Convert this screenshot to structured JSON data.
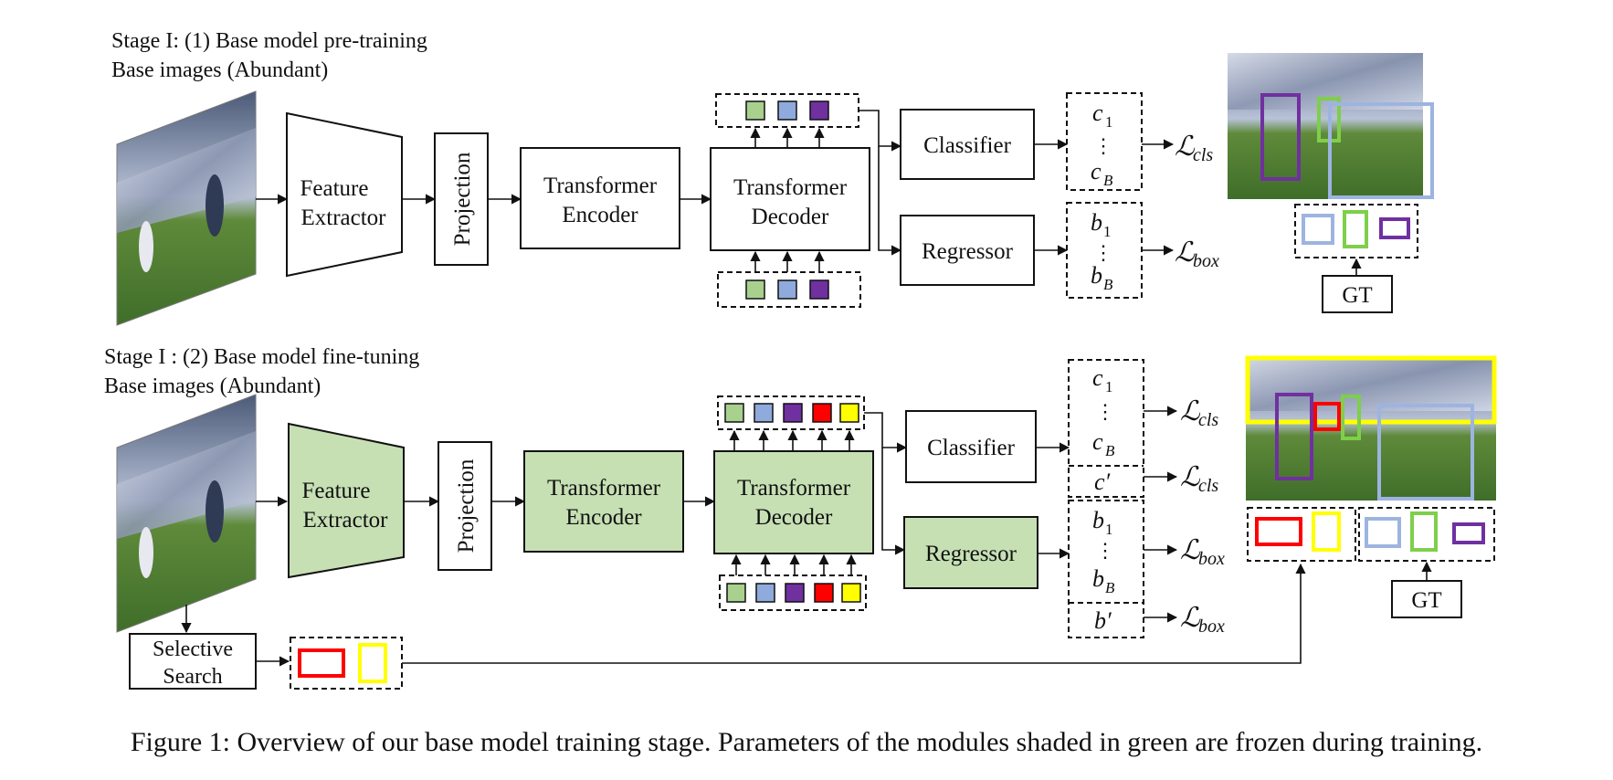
{
  "stage1": {
    "title": "Stage I: (1) Base model pre-training",
    "subtitle": "Base images (Abundant)",
    "feature_extractor": [
      "Feature",
      "Extractor"
    ],
    "projection": "Projection",
    "encoder": [
      "Transformer",
      "Encoder"
    ],
    "decoder": [
      "Transformer",
      "Decoder"
    ],
    "classifier": "Classifier",
    "regressor": "Regressor",
    "cls_outputs": [
      "c",
      "1",
      "⋮",
      "c",
      "B"
    ],
    "box_outputs": [
      "b",
      "1",
      "⋮",
      "b",
      "B"
    ],
    "loss_cls": "cls",
    "loss_box": "box",
    "gt": "GT"
  },
  "stage2": {
    "title": "Stage I : (2) Base model fine-tuning",
    "subtitle": "Base images (Abundant)",
    "feature_extractor": [
      "Feature",
      "Extractor"
    ],
    "projection": "Projection",
    "encoder": [
      "Transformer",
      "Encoder"
    ],
    "decoder": [
      "Transformer",
      "Decoder"
    ],
    "classifier": "Classifier",
    "regressor": "Regressor",
    "cls_outputs": [
      "c",
      "1",
      "⋮",
      "c",
      "B",
      "c′"
    ],
    "box_outputs": [
      "b",
      "1",
      "⋮",
      "b",
      "B",
      "b′"
    ],
    "loss_cls": "cls",
    "loss_box": "box",
    "selective_search": [
      "Selective",
      "Search"
    ],
    "gt": "GT"
  },
  "loss_symbol": "ℒ",
  "caption": "Figure 1: Overview of our base model training stage. Parameters of the modules shaded in green are frozen during training.",
  "colors": {
    "frozen_green": "#c6e0b4",
    "query_green": "#a9d18e",
    "query_blue": "#8faadc",
    "query_purple": "#7030a0",
    "query_red": "#ff0000",
    "query_yellow": "#ffff00",
    "gt_box_lightblue": "#9db4e0",
    "gt_box_green": "#7ecf4a",
    "gt_box_purple": "#7030a0"
  },
  "icons": [
    "photo-thumbnail",
    "arrow-right",
    "arrow-up",
    "arrow-down"
  ]
}
